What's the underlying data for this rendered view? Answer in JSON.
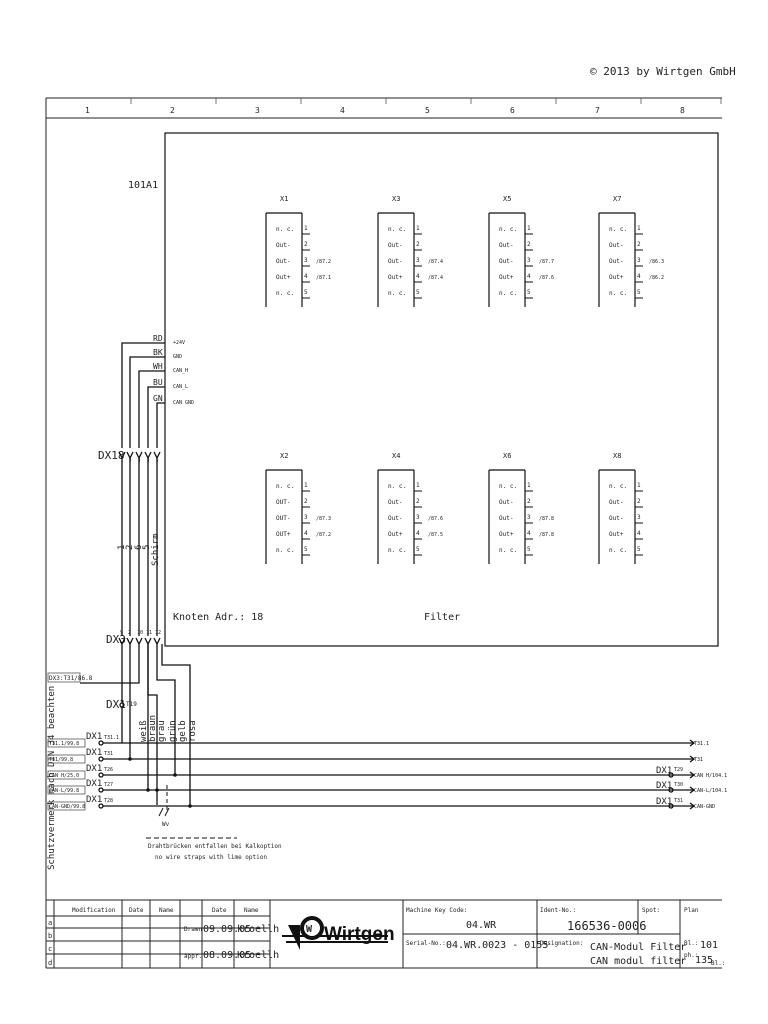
{
  "copyright": "© 2013 by Wirtgen GmbH",
  "columns": [
    "1",
    "2",
    "3",
    "4",
    "5",
    "6",
    "7",
    "8"
  ],
  "module": {
    "id": "101A1",
    "node": "Knoten Adr.: 18",
    "name": "Filter"
  },
  "side_note": "Schutzvermerk nach DIN 34 beachten",
  "connectors_top": [
    {
      "id": "X1",
      "pins": [
        "n. c.",
        "Out-",
        "Out-",
        "Out+",
        "n. c."
      ],
      "refs": [
        "",
        "",
        "/87.2",
        "/87.1",
        ""
      ]
    },
    {
      "id": "X3",
      "pins": [
        "n. c.",
        "Out-",
        "Out-",
        "Out+",
        "n. c."
      ],
      "refs": [
        "",
        "",
        "/87.4",
        "/87.4",
        ""
      ]
    },
    {
      "id": "X5",
      "pins": [
        "n. c.",
        "Out-",
        "Out-",
        "Out+",
        "n. c."
      ],
      "refs": [
        "",
        "",
        "/87.7",
        "/87.6",
        ""
      ]
    },
    {
      "id": "X7",
      "pins": [
        "n. c.",
        "Out-",
        "Out-",
        "Out+",
        "n. c."
      ],
      "refs": [
        "",
        "",
        "/86.3",
        "/86.2",
        ""
      ]
    }
  ],
  "connectors_bottom": [
    {
      "id": "X2",
      "pins": [
        "n. c.",
        "OUT-",
        "OUT-",
        "OUT+",
        "n. c."
      ],
      "refs": [
        "",
        "",
        "/87.3",
        "/87.2",
        ""
      ]
    },
    {
      "id": "X4",
      "pins": [
        "n. c.",
        "Out-",
        "Out-",
        "Out+",
        "n. c."
      ],
      "refs": [
        "",
        "",
        "/87.6",
        "/87.5",
        ""
      ]
    },
    {
      "id": "X6",
      "pins": [
        "n. c.",
        "Out-",
        "Out-",
        "Out+",
        "n. c."
      ],
      "refs": [
        "",
        "",
        "/87.8",
        "/87.8",
        ""
      ]
    },
    {
      "id": "X8",
      "pins": [
        "n. c.",
        "Out-",
        "Out-",
        "Out+",
        "n. c."
      ],
      "refs": [
        "",
        "",
        "",
        "",
        ""
      ]
    }
  ],
  "pin_numbers": [
    "1",
    "2",
    "3",
    "4",
    "5"
  ],
  "power_wires": [
    {
      "color": "RD",
      "signal": "+24V"
    },
    {
      "color": "BK",
      "signal": "GND"
    },
    {
      "color": "WH",
      "signal": "CAN_H"
    },
    {
      "color": "BU",
      "signal": "CAN_L"
    },
    {
      "color": "GN",
      "signal": "CAN GND"
    }
  ],
  "plug_dx18": "DX18",
  "plug_dx3": "DX3",
  "plug_dx1": "DX1",
  "dx18_pins": [
    "1",
    "2",
    "3",
    "4",
    "5"
  ],
  "dx3_pins": [
    "9",
    "2",
    "10",
    "11",
    "12"
  ],
  "cable_cores": [
    "1",
    "2",
    "6",
    "5",
    "Schirm"
  ],
  "cable_colors": [
    "weiß",
    "braun",
    "grau",
    "grün",
    "gelb",
    "rosa"
  ],
  "dx1_pin": "T19",
  "sheet_ref_left": "DX3:T31/86.8",
  "buses": [
    {
      "left_ref": "T31.1/99.8",
      "left_pin": "T31.1",
      "right": "T31.1",
      "right_pin": ""
    },
    {
      "left_ref": "T31/99.8",
      "left_pin": "T31",
      "right": "T31",
      "right_pin": ""
    },
    {
      "left_ref": "CAN H/25.0",
      "left_pin": "T26",
      "right": "CAN H/104.1",
      "right_pin": "T29"
    },
    {
      "left_ref": "CAN-L/99.8",
      "left_pin": "T27",
      "right": "CAN-L/104.1",
      "right_pin": "T30"
    },
    {
      "left_ref": "CAN-GND/99.8",
      "left_pin": "T28",
      "right": "CAN-GND",
      "right_pin": "T31"
    }
  ],
  "strap_label": "Wv",
  "strap_note": [
    "Drahtbrücken entfallen bei Kalkoption",
    "no wire straps with lime option"
  ],
  "title_block": {
    "rev_header": [
      "Modification",
      "Date",
      "Name"
    ],
    "rev_rows": [
      "a",
      "b",
      "c",
      "d"
    ],
    "drawn_header": [
      "Date",
      "Name"
    ],
    "drawn_label": "Drawn",
    "drawn_date": "09.09.05",
    "drawn_name": "kroellh",
    "appr_label": "appr.",
    "appr_date": "08.09.05",
    "appr_name": "Kroellh",
    "logo_text": "Wirtgen",
    "logo_mark": "W",
    "machine_key_label": "Machine Key Code:",
    "machine_key": "04.WR",
    "serial_label": "Serial-No.:",
    "serial": "04.WR.0023 - 0155",
    "ident_label": "Ident-No.:",
    "ident": "166536-0006",
    "designation_label": "Designation:",
    "designation_de": "CAN-Modul Filter",
    "designation_en": "CAN modul filter",
    "spot_label": "Spot:",
    "plan_label": "Plan",
    "sheet_label": "Bl.:",
    "sheet": "101",
    "of_label": "ph.:",
    "of": "135",
    "bl_label": "Bl.:"
  }
}
